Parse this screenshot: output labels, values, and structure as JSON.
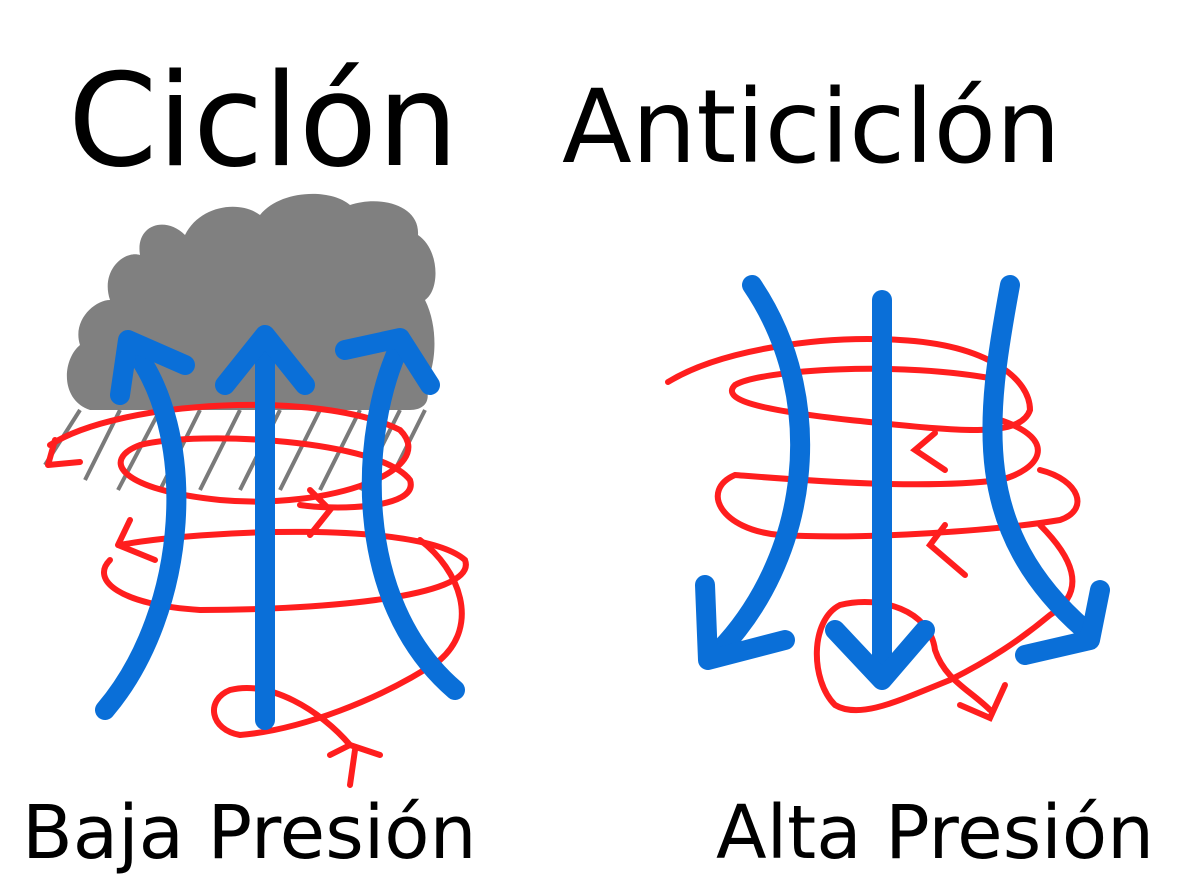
{
  "titles": {
    "cyclone": "Ciclón",
    "anticyclone": "Anticiclón"
  },
  "labels": {
    "low_pressure": "Baja Presión",
    "high_pressure": "Alta Presión"
  },
  "colors": {
    "vertical_flow": "#0a6fd8",
    "rotation": "#ff1e1e",
    "cloud": "#808080",
    "rain": "#7a7a7a"
  }
}
